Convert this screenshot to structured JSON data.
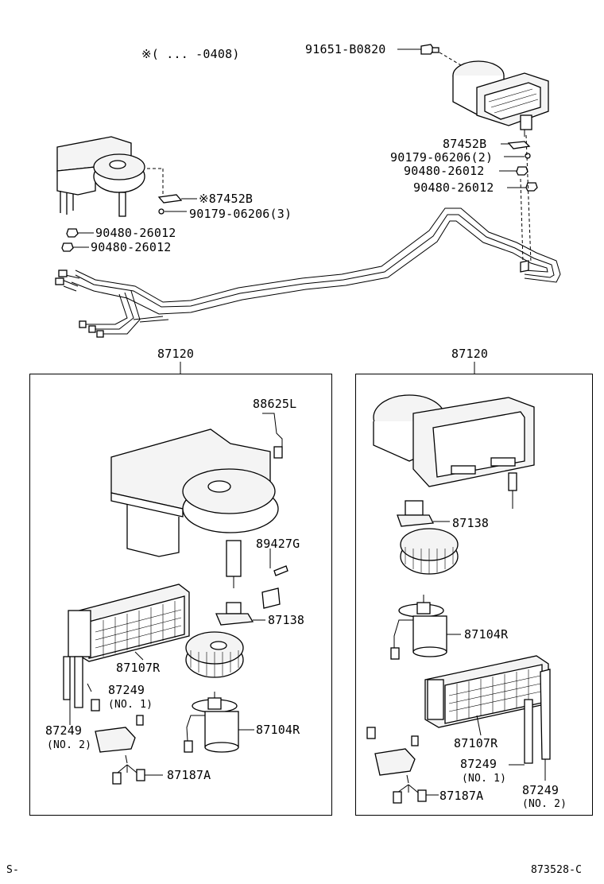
{
  "note": {
    "mark": "※",
    "range": "( ...  -0408)"
  },
  "top_parts": {
    "bolt": "91651-B0820",
    "bracket_right": "87452B",
    "screw_right": "90179-06206(2)",
    "nut_right_1": "90480-26012",
    "nut_right_2": "90480-26012",
    "bracket_left": "※87452B",
    "screw_left": "90179-06206(3)",
    "nut_left_1": "90480-26012",
    "nut_left_2": "90480-26012"
  },
  "left_assembly": {
    "title": "87120",
    "parts": {
      "harness": "88625L",
      "clip": "89427G",
      "resistor": "87138",
      "core": "87107R",
      "hose_no1": "87249",
      "hose_no1_tag": "(NO. 1)",
      "hose_no2": "87249",
      "hose_no2_tag": "(NO. 2)",
      "motor": "87104R",
      "connector": "87187A"
    }
  },
  "right_assembly": {
    "title": "87120",
    "parts": {
      "resistor": "87138",
      "motor": "87104R",
      "core": "87107R",
      "hose_no1": "87249",
      "hose_no1_tag": "(NO. 1)",
      "hose_no2": "87249",
      "hose_no2_tag": "(NO. 2)",
      "connector": "87187A"
    }
  },
  "footer": {
    "left": "S-",
    "right": "873528-C"
  }
}
